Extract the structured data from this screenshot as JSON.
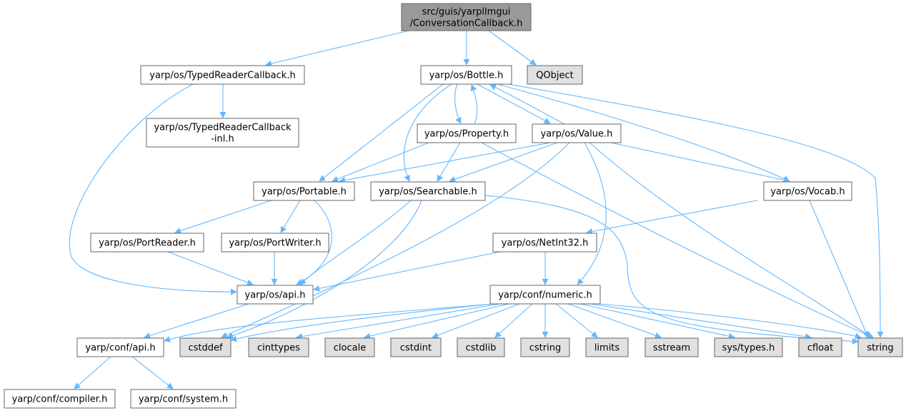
{
  "colors": {
    "root_fill": "#999999",
    "header_fill": "#ffffff",
    "system_fill": "#e0e0e0",
    "border": "#666666",
    "edge": "#63b8ff"
  },
  "nodes": {
    "root": {
      "lines": [
        "src/guis/yarpllmgui",
        "/ConversationCallback.h"
      ]
    },
    "typed_reader_callback": {
      "lines": [
        "yarp/os/TypedReaderCallback.h"
      ]
    },
    "bottle": {
      "lines": [
        "yarp/os/Bottle.h"
      ]
    },
    "qobject": {
      "lines": [
        "QObject"
      ]
    },
    "typed_reader_callback_inl": {
      "lines": [
        "yarp/os/TypedReaderCallback",
        "-inl.h"
      ]
    },
    "property": {
      "lines": [
        "yarp/os/Property.h"
      ]
    },
    "value": {
      "lines": [
        "yarp/os/Value.h"
      ]
    },
    "portable": {
      "lines": [
        "yarp/os/Portable.h"
      ]
    },
    "searchable": {
      "lines": [
        "yarp/os/Searchable.h"
      ]
    },
    "vocab": {
      "lines": [
        "yarp/os/Vocab.h"
      ]
    },
    "port_reader": {
      "lines": [
        "yarp/os/PortReader.h"
      ]
    },
    "port_writer": {
      "lines": [
        "yarp/os/PortWriter.h"
      ]
    },
    "net_int32": {
      "lines": [
        "yarp/os/NetInt32.h"
      ]
    },
    "os_api": {
      "lines": [
        "yarp/os/api.h"
      ]
    },
    "conf_numeric": {
      "lines": [
        "yarp/conf/numeric.h"
      ]
    },
    "conf_api": {
      "lines": [
        "yarp/conf/api.h"
      ]
    },
    "cstddef": {
      "lines": [
        "cstddef"
      ]
    },
    "cinttypes": {
      "lines": [
        "cinttypes"
      ]
    },
    "clocale": {
      "lines": [
        "clocale"
      ]
    },
    "cstdint": {
      "lines": [
        "cstdint"
      ]
    },
    "cstdlib": {
      "lines": [
        "cstdlib"
      ]
    },
    "cstring": {
      "lines": [
        "cstring"
      ]
    },
    "limits": {
      "lines": [
        "limits"
      ]
    },
    "sstream": {
      "lines": [
        "sstream"
      ]
    },
    "sys_types": {
      "lines": [
        "sys/types.h"
      ]
    },
    "cfloat": {
      "lines": [
        "cfloat"
      ]
    },
    "string": {
      "lines": [
        "string"
      ]
    },
    "conf_compiler": {
      "lines": [
        "yarp/conf/compiler.h"
      ]
    },
    "conf_system": {
      "lines": [
        "yarp/conf/system.h"
      ]
    }
  }
}
